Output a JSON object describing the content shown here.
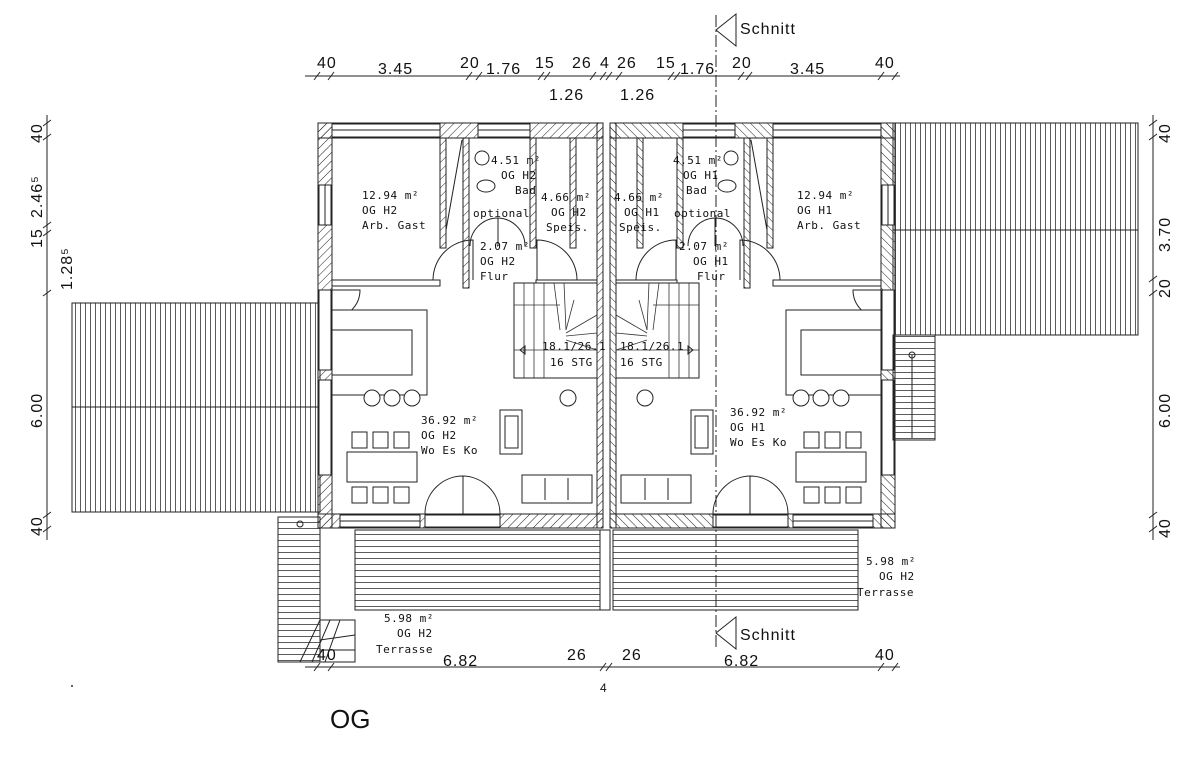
{
  "title": "OG",
  "section_marker": {
    "top": "Schnitt",
    "bottom": "Schnitt"
  },
  "dimensions": {
    "top_row": [
      "40",
      "3.45",
      "20",
      "1.76",
      "15",
      "26",
      "4",
      "26",
      "15",
      "1.76",
      "20",
      "3.45",
      "40"
    ],
    "top_row2": [
      "1.26",
      "1.26"
    ],
    "bottom_row": [
      "40",
      "6.82",
      "26",
      "26",
      "6.82",
      "40"
    ],
    "bottom_center": "4",
    "left": [
      "40",
      "2.46⁵",
      "15",
      "1.28⁵",
      "6.00",
      "40"
    ],
    "right": [
      "40",
      "3.70",
      "20",
      "6.00",
      "40"
    ]
  },
  "rooms": [
    {
      "area": "12.94 m²",
      "unit": "OG H2",
      "name": "Arb. Gast"
    },
    {
      "area": "4.51 m²",
      "unit": "OG H2",
      "name": "Bad"
    },
    {
      "area": "4.66 m²",
      "unit": "OG H2",
      "name": "Speis."
    },
    {
      "area": "2.07 m²",
      "unit": "OG H2",
      "name": "Flur"
    },
    {
      "area": "36.92 m²",
      "unit": "OG H2",
      "name": "Wo Es Ko"
    },
    {
      "area": "5.98 m²",
      "unit": "OG H2",
      "name": "Terrasse"
    },
    {
      "area": "4.51 m²",
      "unit": "OG H1",
      "name": "Bad"
    },
    {
      "area": "4.66 m²",
      "unit": "OG H1",
      "name": "Speis."
    },
    {
      "area": "2.07 m²",
      "unit": "OG H1",
      "name": "Flur"
    },
    {
      "area": "12.94 m²",
      "unit": "OG H1",
      "name": "Arb. Gast"
    },
    {
      "area": "36.92 m²",
      "unit": "OG H1",
      "name": "Wo Es Ko"
    },
    {
      "area": "5.98 m²",
      "unit": "OG H2",
      "name": "Terrasse"
    }
  ],
  "optional_labels": [
    "optional",
    "optional"
  ],
  "stairs": [
    {
      "ratio": "18.1/26.1",
      "steps": "16 STG"
    },
    {
      "ratio": "18.1/26.1",
      "steps": "16 STG"
    }
  ]
}
